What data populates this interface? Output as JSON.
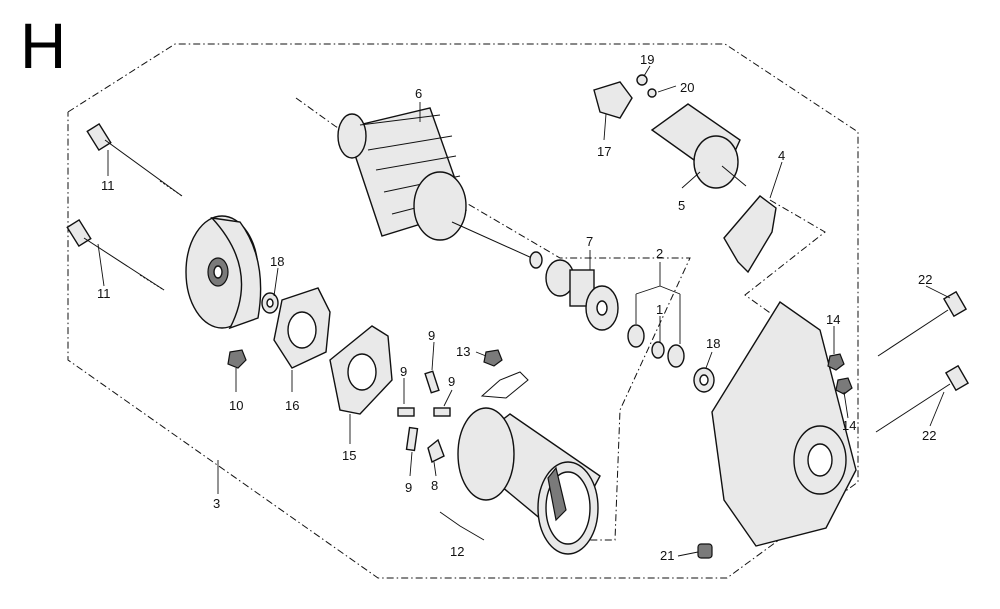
{
  "section_letter": "H",
  "callouts": {
    "c1": "1",
    "c2": "2",
    "c3": "3",
    "c4": "4",
    "c5": "5",
    "c6": "6",
    "c7": "7",
    "c8": "8",
    "c9a": "9",
    "c9b": "9",
    "c9c": "9",
    "c9d": "9",
    "c10": "10",
    "c11a": "11",
    "c11b": "11",
    "c12": "12",
    "c13": "13",
    "c14a": "14",
    "c14b": "14",
    "c15": "15",
    "c16": "16",
    "c17": "17",
    "c18a": "18",
    "c18b": "18",
    "c19": "19",
    "c20": "20",
    "c21": "21",
    "c22a": "22",
    "c22b": "22"
  }
}
